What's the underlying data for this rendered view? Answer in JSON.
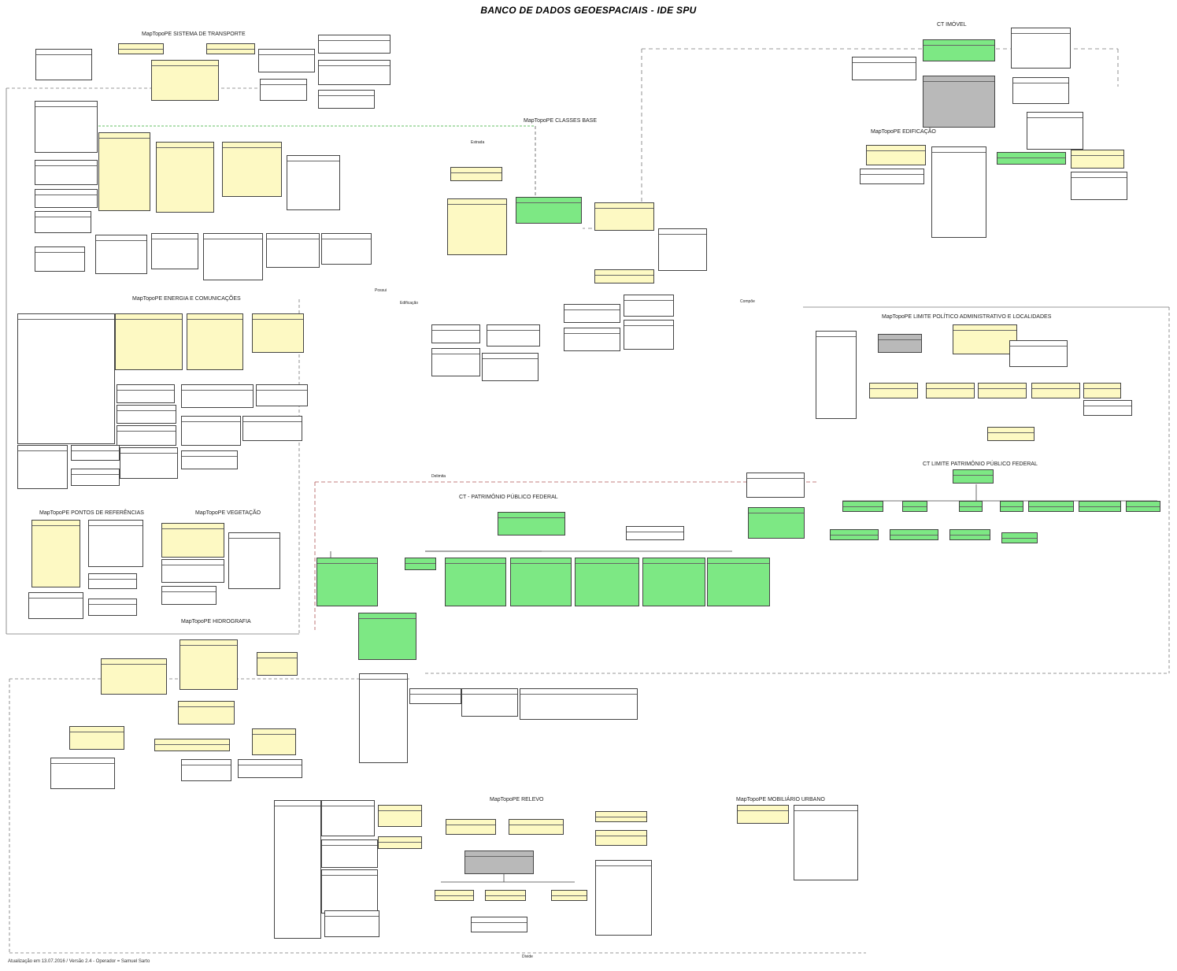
{
  "title": "BANCO DE DADOS GEOESPACIAIS - IDE SPU",
  "footer": "Atualização em 13.07.2016 / Versão 2.4 - Operador = Samuel Sarto",
  "packages": {
    "transporte": "MapTopoPE SISTEMA DE TRANSPORTE",
    "classes_base": "MapTopoPE CLASSES BASE",
    "energia": "MapTopoPE ENERGIA E COMUNICAÇÕES",
    "pontos_ref": "MapTopoPE PONTOS DE REFERÊNCIAS",
    "vegetacao": "MapTopoPE VEGETAÇÃO",
    "hidrografia": "MapTopoPE HIDROGRAFIA",
    "imovel": "CT IMÓVEL",
    "edificacao": "MapTopoPE EDIFICAÇÃO",
    "limite_politico": "MapTopoPE LIMITE POLÍTICO ADMINISTRATIVO E LOCALIDADES",
    "limite_patrimonio": "CT LIMITE PATRIMÔNIO PÚBLICO FEDERAL",
    "patrimonio": "CT - PATRIMÔNIO PÚBLICO FEDERAL",
    "relevo": "MapTopoPE RELEVO",
    "mobiliario": "MapTopoPE MOBILIÁRIO URBANO"
  },
  "connector_labels": [
    "Estrada",
    "Edificação",
    "Possui",
    "Delimita",
    "Compõe",
    "Divide"
  ],
  "icons": {
    "class_marker": "triangle-icon"
  }
}
